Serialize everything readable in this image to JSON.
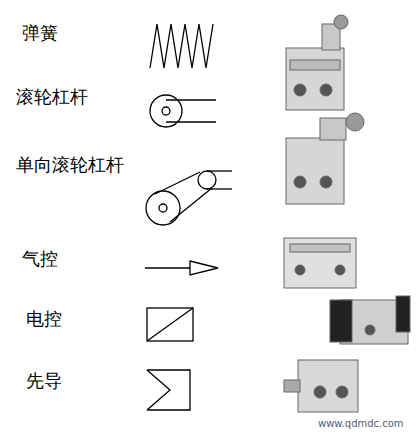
{
  "diagram": {
    "labels": [
      "弹簧",
      "滚轮杠杆",
      "单向滚轮杠杆",
      "气控",
      "电控",
      "先导",
      "www.qdmdc.com"
    ]
  }
}
